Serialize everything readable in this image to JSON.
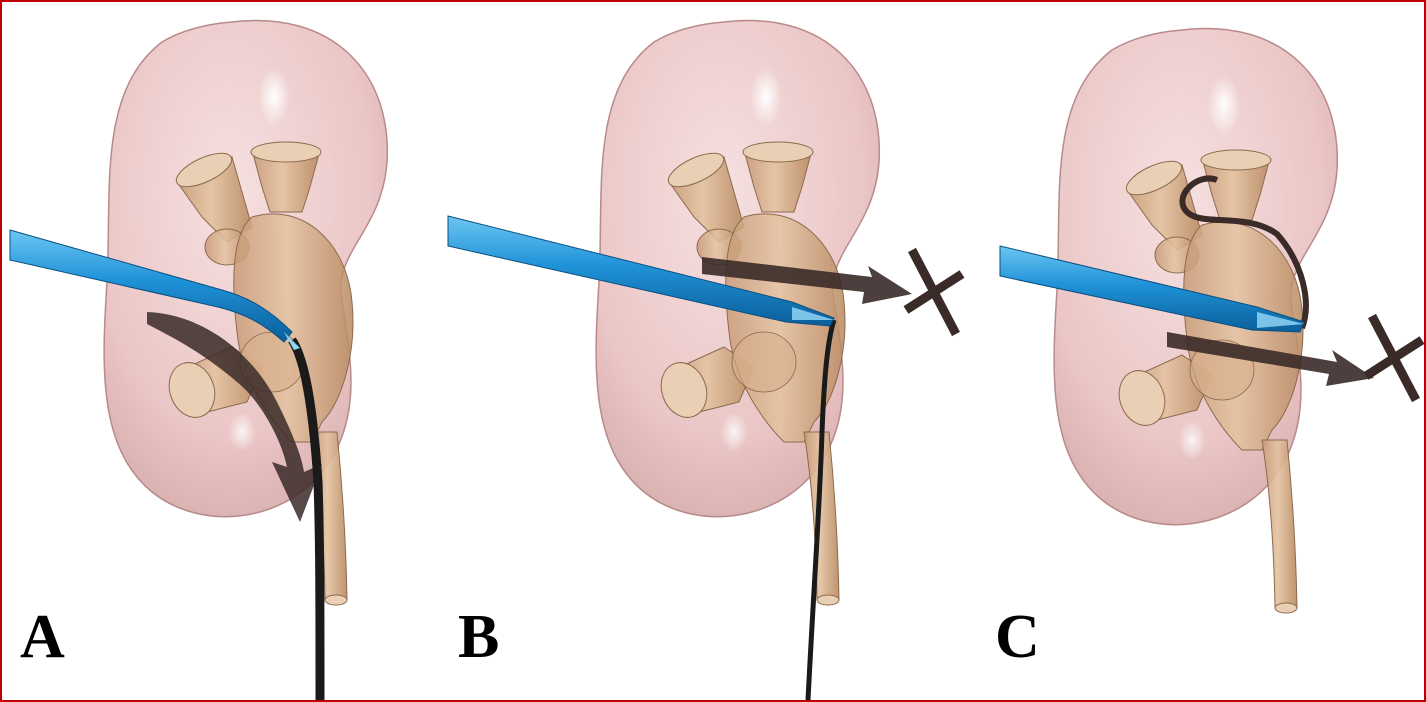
{
  "figure": {
    "panels": [
      {
        "label": "A"
      },
      {
        "label": "B"
      },
      {
        "label": "C"
      }
    ]
  },
  "colors": {
    "border": "#c00000",
    "background": "#ffffff",
    "kidney": "#e8b8b8",
    "collecting_system": "#d9b08c",
    "sheath": "#2f9fe0",
    "guidewire": "#1a1a1a",
    "arrow": "#3a2a28"
  },
  "icons": [
    "kidney-illustration",
    "sheath",
    "guidewire",
    "direction-arrow",
    "blocked-cross"
  ]
}
